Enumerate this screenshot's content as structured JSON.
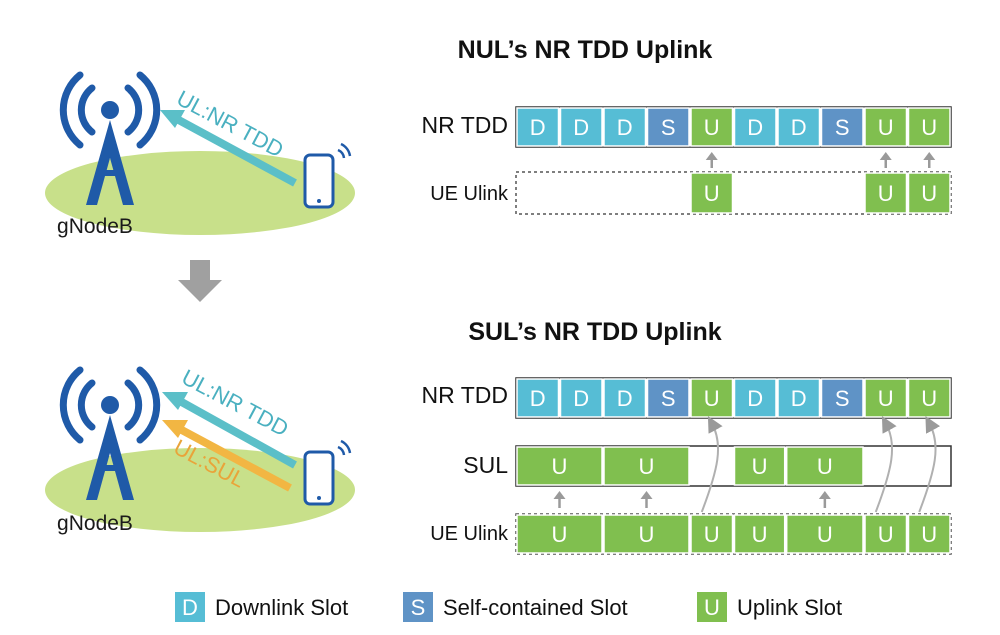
{
  "colors": {
    "downlink": "#56bdd5",
    "self_contained": "#5f93c6",
    "uplink": "#80bf4f",
    "link_nr_tdd": "#5bbfc8",
    "link_sul": "#f2b643",
    "ground": "#c8e08a",
    "tower": "#1f5aa8",
    "arrow_gray": "#9a9a9a"
  },
  "nul": {
    "title": "NUL’s NR TDD Uplink",
    "node_label": "gNodeB",
    "link_label": "UL:NR TDD",
    "rows": [
      {
        "label": "NR TDD",
        "slots": [
          "D",
          "D",
          "D",
          "S",
          "U",
          "D",
          "D",
          "S",
          "U",
          "U"
        ]
      },
      {
        "label": "UE Ulink",
        "slots": [
          "",
          "",
          "",
          "",
          "U",
          "",
          "",
          "",
          "U",
          "U"
        ]
      }
    ]
  },
  "sul": {
    "title": "SUL’s NR TDD Uplink",
    "node_label": "gNodeB",
    "link_label_tdd": "UL:NR TDD",
    "link_label_sul": "UL:SUL",
    "rows": [
      {
        "label": "NR TDD",
        "slots": [
          "D",
          "D",
          "D",
          "S",
          "U",
          "D",
          "D",
          "S",
          "U",
          "U"
        ]
      },
      {
        "label": "SUL",
        "blocks": [
          "U",
          "U",
          "",
          "U",
          "U",
          ""
        ]
      },
      {
        "label": "UE Ulink",
        "blocks": [
          "U",
          "U",
          "U",
          "U",
          "U",
          "U",
          "U"
        ]
      }
    ]
  },
  "legend": [
    {
      "symbol": "D",
      "label": "Downlink Slot",
      "kind": "downlink"
    },
    {
      "symbol": "S",
      "label": "Self-contained Slot",
      "kind": "self_contained"
    },
    {
      "symbol": "U",
      "label": "Uplink Slot",
      "kind": "uplink"
    }
  ]
}
